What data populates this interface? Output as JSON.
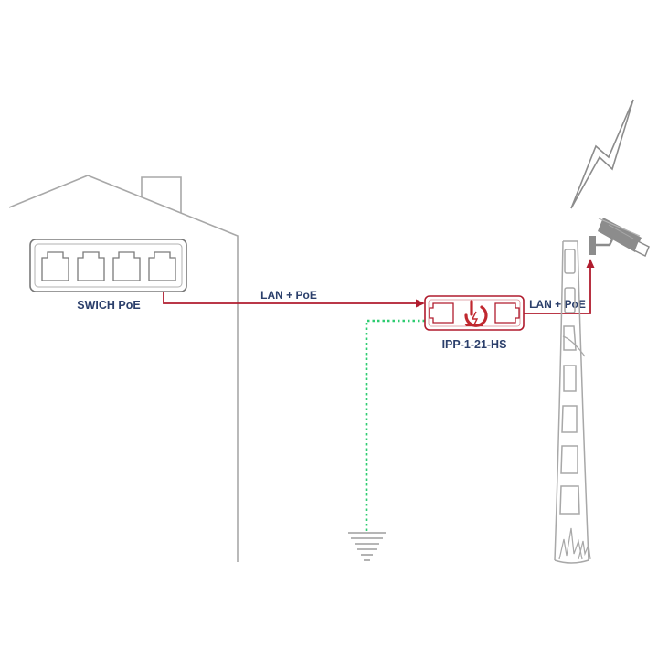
{
  "labels": {
    "switch": "SWICH PoE",
    "cable_left": "LAN + PoE",
    "cable_right": "LAN + PoE",
    "device": "IPP-1-21-HS"
  },
  "colors": {
    "outline": "#a8a8a8",
    "cable": "#b01c2e",
    "ground_wire": "#2ecc71",
    "label": "#2b3f6b",
    "camera": "#8c8c8c",
    "device_logo": "#c0282f"
  },
  "icons": {
    "house": "house-outline-icon",
    "switch_ports": "ethernet-port-icon",
    "protector_logo": "surge-protector-logo-icon",
    "ground": "ground-symbol-icon",
    "lightning": "lightning-bolt-icon",
    "camera": "cctv-camera-icon",
    "grass": "grass-icon"
  }
}
